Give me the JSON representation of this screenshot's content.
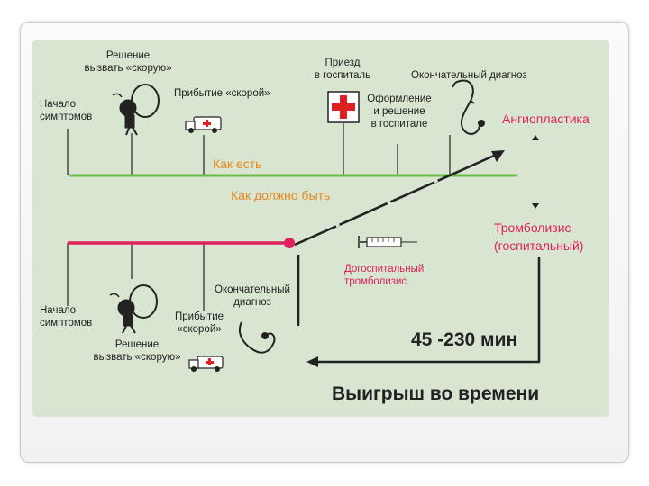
{
  "diagram": {
    "top": {
      "start_symptoms": "Начало\nсимптомов",
      "decision_call": "Решение\nвызвать «скорую»",
      "ambulance_arrival": "Прибытие «скорой»",
      "hospital_arrival": "Приезд\nв госпиталь",
      "final_diagnosis": "Окончательный диагноз",
      "hospital_processing": "Оформление\nи решение\nв госпитале",
      "angioplasty": "Ангиопластика"
    },
    "labels": {
      "as_is": "Как есть",
      "should_be": "Как должно быть"
    },
    "bottom": {
      "start_symptoms": "Начало\nсимптомов",
      "decision_call": "Решение\nвызвать «скорую»",
      "ambulance_arrival": "Прибытие\n«скорой»",
      "final_diagnosis": "Окончательный\nдиагноз",
      "prehospital_thrombolysis": "Догоспитальный\nтромболизис",
      "thrombolysis": "Тромболизис\n(госпитальный)"
    },
    "time_gain_range": "45 -230 мин",
    "time_gain_title": "Выигрыш во времени",
    "colors": {
      "green_line": "#6cbd45",
      "red_line": "#e0215e",
      "orange_text": "#e8871e",
      "panel": "#d8e6d1"
    },
    "icons": [
      "person-phone-icon",
      "ambulance-icon",
      "red-cross-icon",
      "stethoscope-icon",
      "syringe-icon"
    ]
  }
}
